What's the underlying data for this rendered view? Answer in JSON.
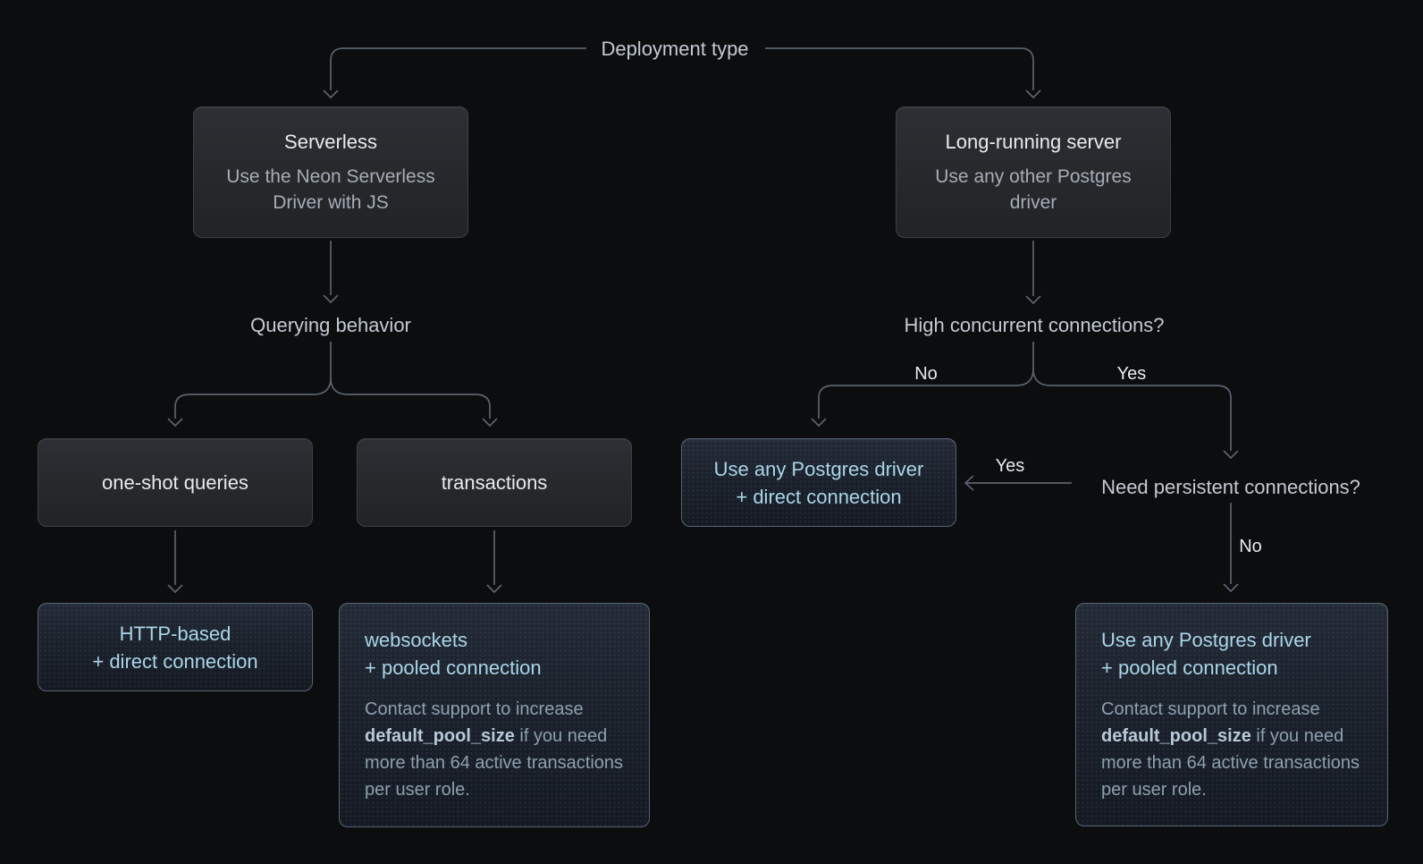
{
  "diagram": {
    "decision_labels": {
      "deployment_type": "Deployment type",
      "querying_behavior": "Querying behavior",
      "high_concurrent": "High concurrent connections?",
      "need_persistent": "Need persistent connections?"
    },
    "branch_labels": {
      "high_concurrent_no": "No",
      "high_concurrent_yes": "Yes",
      "need_persistent_yes": "Yes",
      "need_persistent_no": "No"
    },
    "nodes": {
      "serverless": {
        "title": "Serverless",
        "subtitle": "Use the Neon Serverless Driver with JS"
      },
      "long_running": {
        "title": "Long-running server",
        "subtitle": "Use any other Postgres driver"
      },
      "one_shot": {
        "title": "one-shot queries"
      },
      "transactions": {
        "title": "transactions"
      },
      "http_direct": {
        "line1": "HTTP-based",
        "line2": "+ direct connection"
      },
      "websockets_pooled": {
        "line1": "websockets",
        "line2": "+ pooled connection",
        "note_pre": "Contact support to increase ",
        "note_code": "default_pool_size",
        "note_post": " if you need more than 64 active transactions per user role."
      },
      "any_driver_direct": {
        "line1": "Use any Postgres driver",
        "line2": "+ direct connection"
      },
      "any_driver_pooled": {
        "line1": "Use any Postgres driver",
        "line2": "+ pooled connection",
        "note_pre": "Contact support to increase ",
        "note_code": "default_pool_size",
        "note_post": " if you need more than 64 active transactions per user role."
      }
    },
    "colors": {
      "background": "#0b0d0f",
      "connector_line": "#5a636d",
      "plain_box_border": "#3e4147",
      "highlight_box_border": "#59657a",
      "title_text": "#e8eaed",
      "subtitle_text": "#a5adb7",
      "decision_label_text": "#c3cad2",
      "branch_label_text": "#e7eaee",
      "highlight_text": "#a9d5e9",
      "note_text": "#8da0ae",
      "note_bold_text": "#b7cad7"
    }
  }
}
